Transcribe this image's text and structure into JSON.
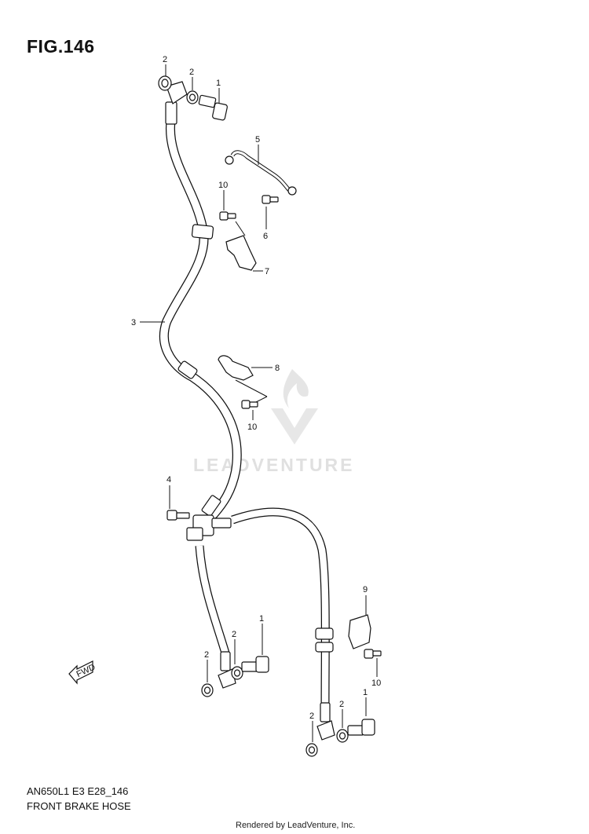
{
  "figure": {
    "title": "FIG.146",
    "model_code": "AN650L1 E3 E28_146",
    "caption": "FRONT BRAKE HOSE"
  },
  "footer": "Rendered by LeadVenture, Inc.",
  "watermark": "LEADVENTURE",
  "fwd_label": "FWD",
  "callouts": [
    "2",
    "2",
    "1",
    "5",
    "10",
    "6",
    "7",
    "3",
    "8",
    "10",
    "4",
    "9",
    "2",
    "1",
    "2",
    "10",
    "1",
    "2",
    "2"
  ],
  "colors": {
    "line": "#111111",
    "watermark": "#c8c8c8"
  }
}
